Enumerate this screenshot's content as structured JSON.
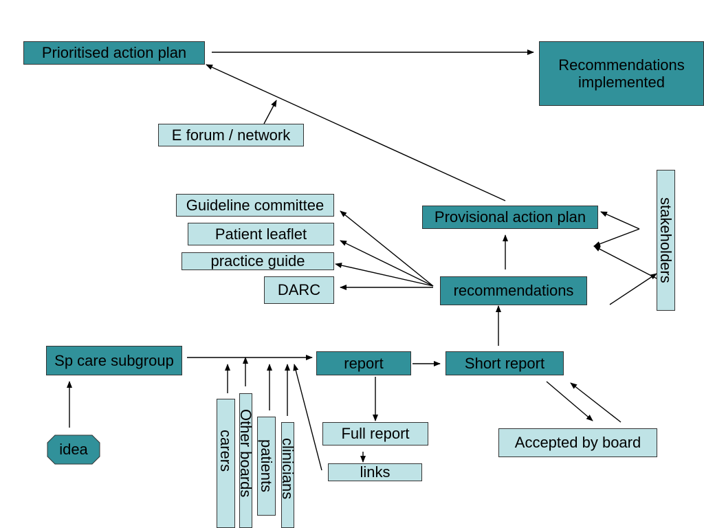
{
  "colors": {
    "dark_node": "#31919a",
    "light_node": "#bfe3e6",
    "border": "#333333",
    "arrow": "#000000"
  },
  "nodes": {
    "prioritised_action_plan": "Prioritised action plan",
    "recommendations_implemented": "Recommendations implemented",
    "e_forum_network": "E forum / network",
    "guideline_committee": "Guideline committee",
    "patient_leaflet": "Patient leaflet",
    "practice_guide": "practice guide",
    "darc": "DARC",
    "provisional_action_plan": "Provisional action plan",
    "stakeholders": "stakeholders",
    "recommendations": "recommendations",
    "sp_care_subgroup": "Sp care subgroup",
    "report": "report",
    "short_report": "Short report",
    "full_report": "Full report",
    "links": "links",
    "accepted_by_board": "Accepted by board",
    "idea": "idea",
    "carers": "carers",
    "other_boards": "Other boards",
    "patients": "patients",
    "clinicians": "clinicians"
  }
}
